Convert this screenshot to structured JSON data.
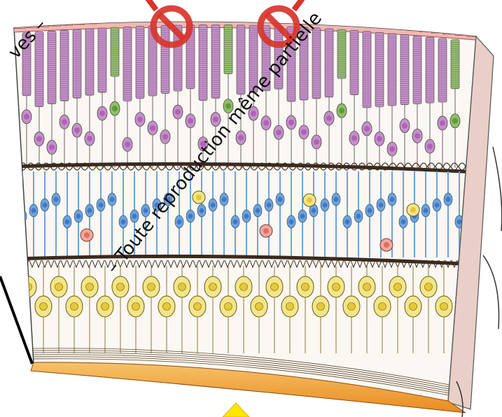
{
  "image": {
    "subject": "retina",
    "colors": {
      "pigment_epithelium": "#f2b7b2",
      "pigment_nucleus": "#d0604a",
      "rod": "#c490c8",
      "rod_nucleus": "#b061b8",
      "cone": "#8fbf6a",
      "bipolar": "#6fa3d8",
      "bipolar_nucleus": "#3e78c8",
      "ganglion": "#f3e58a",
      "ganglion_nucleus": "#e6c838",
      "plexiform": "#3a2a1e",
      "nerve_fiber": "#f2a23c",
      "amacrine": "#f0a8a0"
    }
  },
  "watermark": {
    "text_main": "– Toute reproduction même partielle",
    "text_top": "ves –",
    "prohibited_icon_count": 2
  }
}
